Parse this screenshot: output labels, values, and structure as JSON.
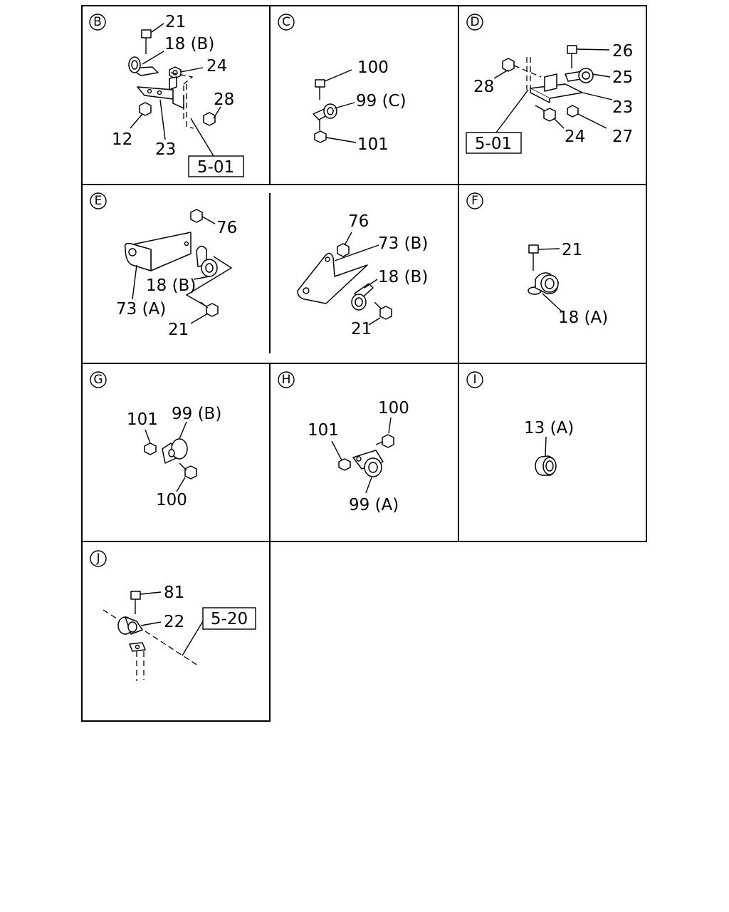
{
  "panels": [
    {
      "section": "B",
      "labels": [
        "21",
        "18 (B)",
        "24",
        "28",
        "12",
        "23"
      ],
      "ref": "5-01"
    },
    {
      "section": "C",
      "labels": [
        "100",
        "99 (C)",
        "101"
      ]
    },
    {
      "section": "D",
      "labels": [
        "26",
        "25",
        "28",
        "23",
        "24",
        "27"
      ],
      "ref": "5-01"
    },
    {
      "section": "E",
      "labels": [
        "76",
        "18 (B)",
        "73 (A)",
        "21",
        "76",
        "73 (B)",
        "18 (B)",
        "21"
      ]
    },
    {
      "section": "F",
      "labels": [
        "21",
        "18 (A)"
      ]
    },
    {
      "section": "G",
      "labels": [
        "101",
        "99 (B)",
        "100"
      ]
    },
    {
      "section": "H",
      "labels": [
        "100",
        "101",
        "99 (A)"
      ]
    },
    {
      "section": "I",
      "labels": [
        "13 (A)"
      ]
    },
    {
      "section": "J",
      "labels": [
        "81",
        "22"
      ],
      "ref": "5-20"
    }
  ]
}
